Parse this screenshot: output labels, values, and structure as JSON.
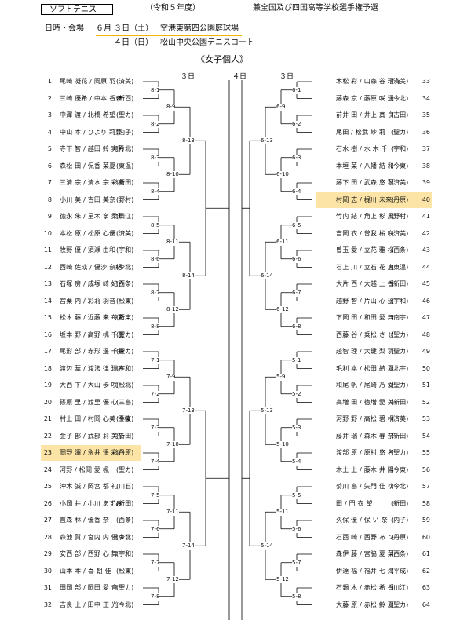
{
  "header": {
    "sport": "ソフトテニス",
    "era": "（令和５年度）",
    "title": "兼全国及び四国高等学校選手権予選",
    "datevenue_label": "日時・会場",
    "day1_date": "６月 ３日（土）",
    "day1_venue": "空港東第四公園庭球場",
    "day2_date": "４日（日）",
    "day2_venue": "松山中央公園テニスコート",
    "event": "《女子個人》"
  },
  "rounds": {
    "left3": "３日",
    "mid4": "４日",
    "right3": "３日"
  },
  "left": [
    {
      "num": "1",
      "names": "尾崎 凝花 / 岡原 羽",
      "team": "(済美)"
    },
    {
      "num": "2",
      "names": "三崎 優希 / 中本 香未",
      "team": "(新西)"
    },
    {
      "num": "3",
      "names": "中澤 渡 / 北橋 希望",
      "team": "(聖カ)"
    },
    {
      "num": "4",
      "names": "中山 本 / ひより 莉菜",
      "team": "(内子)"
    },
    {
      "num": "5",
      "names": "寺下 智 / 越田 鈴 実莉",
      "team": "(今北)"
    },
    {
      "num": "6",
      "names": "森松 田 / 侃香 菜夏",
      "team": "(東温)"
    },
    {
      "num": "7",
      "names": "三清 宗 / 清水 宗 彩楓",
      "team": "(新田)"
    },
    {
      "num": "8",
      "names": "小川 美 / 古田 美奈",
      "team": "(野村)"
    },
    {
      "num": "9",
      "names": "徳永 朱 / 星木 寧 柔華",
      "team": "(川江)"
    },
    {
      "num": "10",
      "names": "本松 原 / 松原 心優",
      "team": "(済美)"
    },
    {
      "num": "11",
      "names": "牧野 優 / 須瀬 由和",
      "team": "(宇和)"
    },
    {
      "num": "12",
      "names": "西崎 佐成 / 優沙 奈紀",
      "team": "(今北)"
    },
    {
      "num": "13",
      "names": "石塚 房 / 成塚 崎 妃ら",
      "team": "(西条)"
    },
    {
      "num": "14",
      "names": "宮栗 内 / 彩莉 羽音",
      "team": "(松東)"
    },
    {
      "num": "15",
      "names": "松木 藤 / 近藤 来 苺夏",
      "team": "(新東)"
    },
    {
      "num": "16",
      "names": "坂本 野 / 高野 桃 千羽",
      "team": "(聖カ)"
    },
    {
      "num": "17",
      "names": "尾形 部 / 赤形 遥 千鈴",
      "team": "(聖カ)"
    },
    {
      "num": "18",
      "names": "渡辺 華 / 渡法 律 瑞み",
      "team": "(宇和)"
    },
    {
      "num": "19",
      "names": "大西 下 / 大山 歩 咲",
      "team": "(松北)"
    },
    {
      "num": "20",
      "names": "篠原 里 / 渡里 優 心",
      "team": "(三島)"
    },
    {
      "num": "21",
      "names": "村上 田 / 村岡 心美 優桜",
      "team": "(今東)"
    },
    {
      "num": "22",
      "names": "金子 部 / 武部 莉 美奈",
      "team": "(新田)"
    },
    {
      "num": "23",
      "names": "岡野 澤 / 永井 遥 彩心",
      "team": "(丹原)",
      "hl": true
    },
    {
      "num": "24",
      "names": "河野 / 松岡 愛 楓",
      "team": "(聖カ)"
    },
    {
      "num": "25",
      "names": "沖木 誠 / 岡宮 都 礼",
      "team": "(川石)"
    },
    {
      "num": "26",
      "names": "小岡 井 / 小川 あずみ",
      "team": "(新田)"
    },
    {
      "num": "27",
      "names": "直森 林 / 優香 奈",
      "team": "(西条)"
    },
    {
      "num": "28",
      "names": "森池 賀 / 宮内 内 優ゆり",
      "team": "(今北)"
    },
    {
      "num": "29",
      "names": "安西 部 / 西野 心 舞",
      "team": "(宇和)"
    },
    {
      "num": "30",
      "names": "山本 本 / 喜 朝 佳",
      "team": "(松東)"
    },
    {
      "num": "31",
      "names": "田岡 部 / 岡田 愛 音",
      "team": "(聖カ)"
    },
    {
      "num": "32",
      "names": "吉良 上 / 田中 正 光",
      "team": "(今北)"
    }
  ],
  "right": [
    {
      "num": "33",
      "names": "木松 彩 / 山森 谷 瑠有",
      "team": "(済美)"
    },
    {
      "num": "34",
      "names": "藤森 京 / 藤原 咲 遥",
      "team": "(今北)"
    },
    {
      "num": "35",
      "names": "前井 田 / 井上 真 良",
      "team": "(古田)"
    },
    {
      "num": "36",
      "names": "尾田 / 松武 紗 莉",
      "team": "(聖カ)"
    },
    {
      "num": "37",
      "names": "石水 樹 / 水 木 千",
      "team": "(宇和)"
    },
    {
      "num": "38",
      "names": "本垣 菜 / 八幡 結 和",
      "team": "(今東)"
    },
    {
      "num": "39",
      "names": "藤下 田 / 武森 悠 蓼",
      "team": "(済美)"
    },
    {
      "num": "40",
      "names": "村岡 志 / 梶川 未来",
      "team": "(丹原)",
      "hl": true
    },
    {
      "num": "41",
      "names": "竹内 結 / 角上 杉 風",
      "team": "(野村)"
    },
    {
      "num": "42",
      "names": "吉岡 衣 / 曽我 桜 咲",
      "team": "(済美)"
    },
    {
      "num": "43",
      "names": "曽玉 愛 / 立花 雅 桜",
      "team": "(西条)"
    },
    {
      "num": "44",
      "names": "石上 川 / 立石 花 恵",
      "team": "(東温)"
    },
    {
      "num": "45",
      "names": "大片 西 / 大越 上 香",
      "team": "(新田)"
    },
    {
      "num": "46",
      "names": "越野 智 / 片山 心 遥",
      "team": "(宇和)"
    },
    {
      "num": "47",
      "names": "下岡 田 / 和田 愛 舞",
      "team": "(南宇)"
    },
    {
      "num": "48",
      "names": "西藤 谷 / 乗松 さ せ",
      "team": "(聖カ)"
    },
    {
      "num": "49",
      "names": "越智 理 / 大鍵 梨 羽",
      "team": "(聖カ)"
    },
    {
      "num": "50",
      "names": "毛利 本 / 松田 結 夏",
      "team": "(北宇)"
    },
    {
      "num": "51",
      "names": "和尾 帆 / 尾崎 乃 愛",
      "team": "(聖カ)"
    },
    {
      "num": "52",
      "names": "高増 田 / 徳増 愛 美",
      "team": "(新田)"
    },
    {
      "num": "53",
      "names": "河野 野 / 高松 碧 桐",
      "team": "(済美)"
    },
    {
      "num": "54",
      "names": "藤井 瑞 / 森木 春 奈",
      "team": "(新田)"
    },
    {
      "num": "55",
      "names": "渡部 原 / 原村 悠 名",
      "team": "(聖カ)"
    },
    {
      "num": "56",
      "names": "木土 上 / 藤木 井 陽",
      "team": "(今東)"
    },
    {
      "num": "57",
      "names": "菊川 島 / 矢門 佳 ゆ",
      "team": "(今北)"
    },
    {
      "num": "58",
      "names": "田 / 門 衣 望",
      "team": "(新田)"
    },
    {
      "num": "59",
      "names": "久保 優 / 保 い 奈",
      "team": "(内子)"
    },
    {
      "num": "60",
      "names": "石西 崎 / 西野 あ ン",
      "team": "(丹原)"
    },
    {
      "num": "61",
      "names": "森伊 藤 / 宮脇 夏 菜",
      "team": "(西条)"
    },
    {
      "num": "62",
      "names": "伊達 福 / 福井 七 海",
      "team": "(平成)"
    },
    {
      "num": "63",
      "names": "石鍋 木 / 赤松 希 香",
      "team": "(川江)"
    },
    {
      "num": "64",
      "names": "大藤 原 / 赤松 鈴 夏",
      "team": "(聖カ)"
    }
  ],
  "match_labels": {
    "left": [
      "8-1",
      "8-2",
      "8-3",
      "8-4",
      "8-5",
      "8-6",
      "8-7",
      "8-8",
      "8-9",
      "8-10",
      "8-11",
      "8-12",
      "8-13",
      "8-14",
      "7-1",
      "7-2",
      "7-3",
      "7-4",
      "7-5",
      "7-6",
      "7-7",
      "7-8",
      "7-9",
      "7-10",
      "7-11",
      "7-12",
      "7-13",
      "7-14"
    ],
    "right": [
      "6-1",
      "6-2",
      "6-3",
      "6-4",
      "6-5",
      "6-6",
      "6-7",
      "6-8",
      "6-9",
      "6-10",
      "6-11",
      "6-12",
      "6-13",
      "6-14",
      "5-1",
      "5-2",
      "5-3",
      "5-4",
      "5-5",
      "5-6",
      "5-7",
      "5-8",
      "5-9",
      "5-10",
      "5-11",
      "5-12",
      "5-13",
      "5-14"
    ]
  },
  "colors": {
    "highlight": "#fbe4a6",
    "underline": "#f4b400",
    "line": "#000000"
  }
}
